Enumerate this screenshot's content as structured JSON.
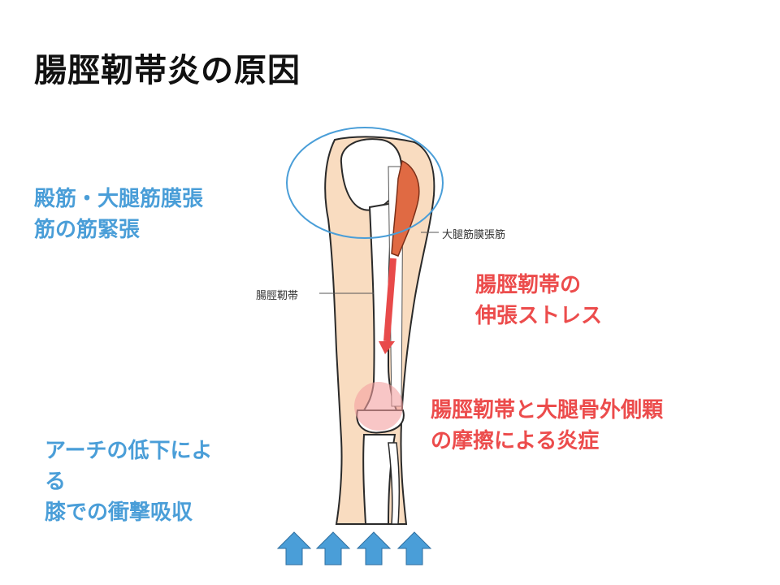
{
  "title": "腸脛靭帯炎の原因",
  "notes": {
    "gluteal": [
      "殿筋・大腿筋膜張",
      "筋の筋緊張"
    ],
    "itb_stress": [
      "腸脛靭帯の",
      "伸張ストレス"
    ],
    "friction": [
      "腸脛靭帯と大腿骨外側顆",
      "の摩擦による炎症"
    ],
    "arch": [
      "アーチの低下によ",
      "る",
      "膝での衝撃吸収"
    ]
  },
  "diagram_labels": {
    "tfl": "大腿筋膜張筋",
    "itb": "腸脛靭帯"
  },
  "colors": {
    "blue_text": "#4a9ed8",
    "red_text": "#ec4c4c",
    "skin": "#f9dcc0",
    "circle": "#4a9ed8",
    "muscle": "#e06a43",
    "arrow_up": "#4a9ed8"
  },
  "icons": [
    "up-arrow-icon",
    "up-arrow-icon",
    "up-arrow-icon",
    "up-arrow-icon"
  ]
}
